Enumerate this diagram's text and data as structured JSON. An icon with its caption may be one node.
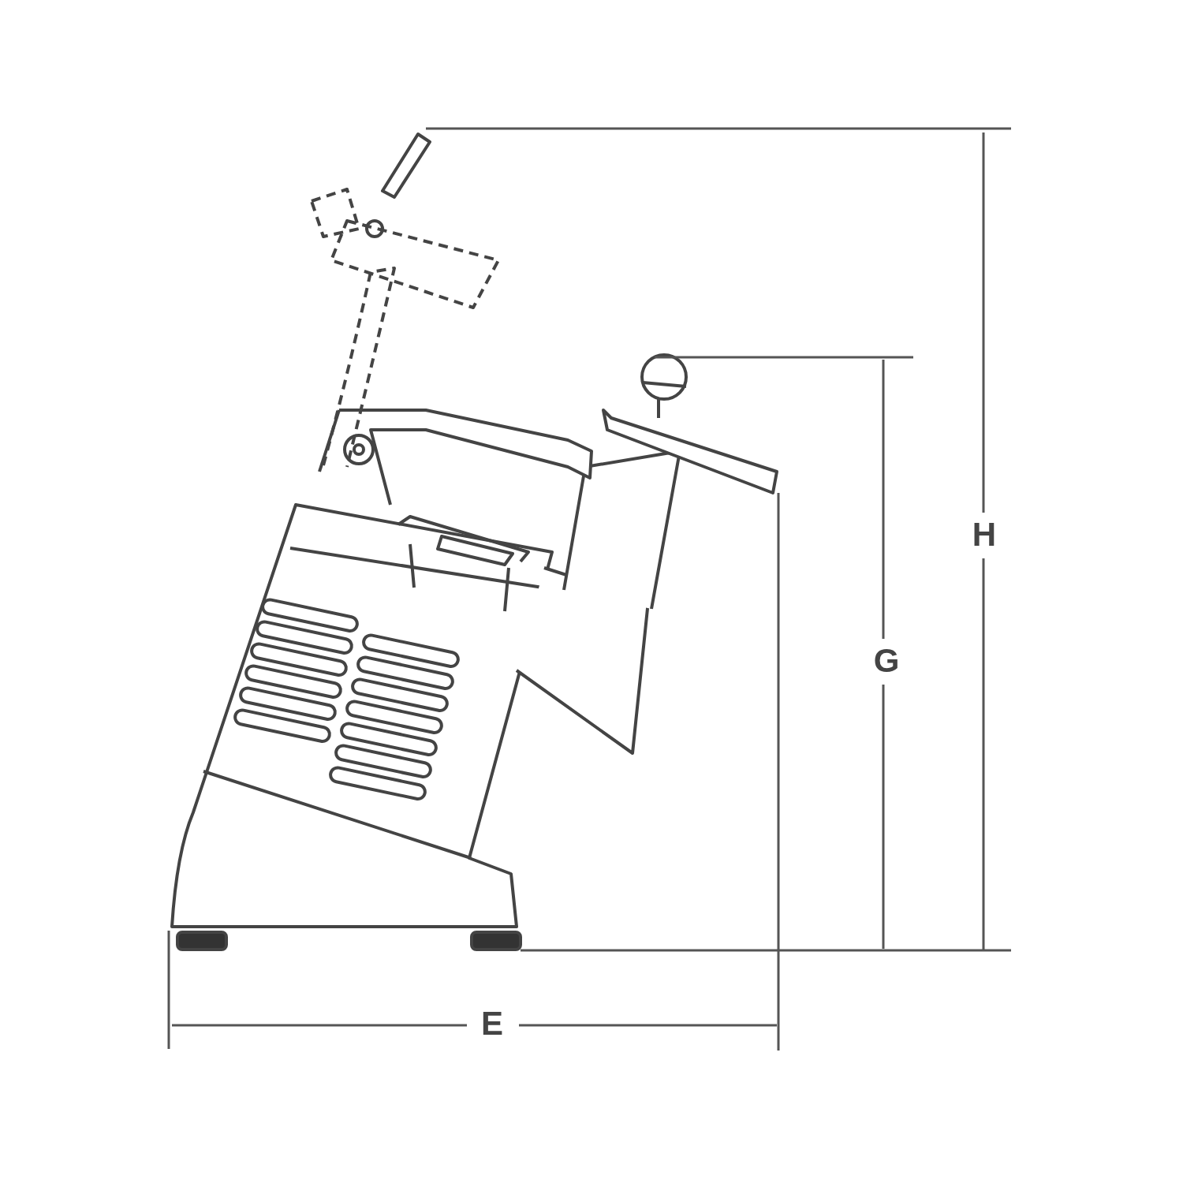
{
  "diagram": {
    "labels": [
      "H",
      "G",
      "E"
    ]
  }
}
